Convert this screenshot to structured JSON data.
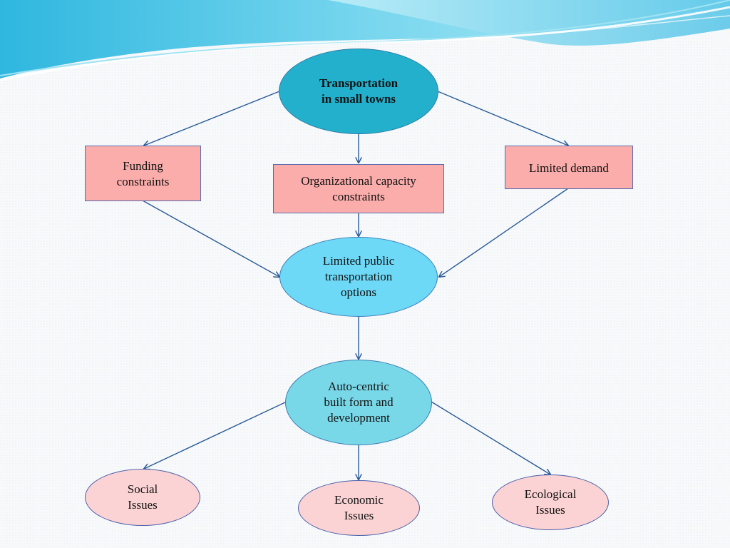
{
  "nodes": {
    "root": "Transportation\nin small towns",
    "funding": "Funding\nconstraints",
    "organizational": "Organizational capacity\nconstraints",
    "demand": "Limited demand",
    "limited_public": "Limited public\ntransportation\noptions",
    "auto_centric": "Auto-centric\nbuilt form and\ndevelopment",
    "social": "Social\nIssues",
    "economic": "Economic\nIssues",
    "ecological": "Ecological\nIssues"
  },
  "colors": {
    "root_fill": "#23b0cd",
    "box_fill": "#fbadab",
    "box_border": "#5b6bb0",
    "limited_public_fill": "#6dd9f7",
    "auto_centric_fill": "#79d8e8",
    "issue_fill": "#fbd3d4",
    "arrow": "#2a5a97",
    "wave_cyan": "#3ec9e6",
    "wave_blue": "#57a9da"
  }
}
